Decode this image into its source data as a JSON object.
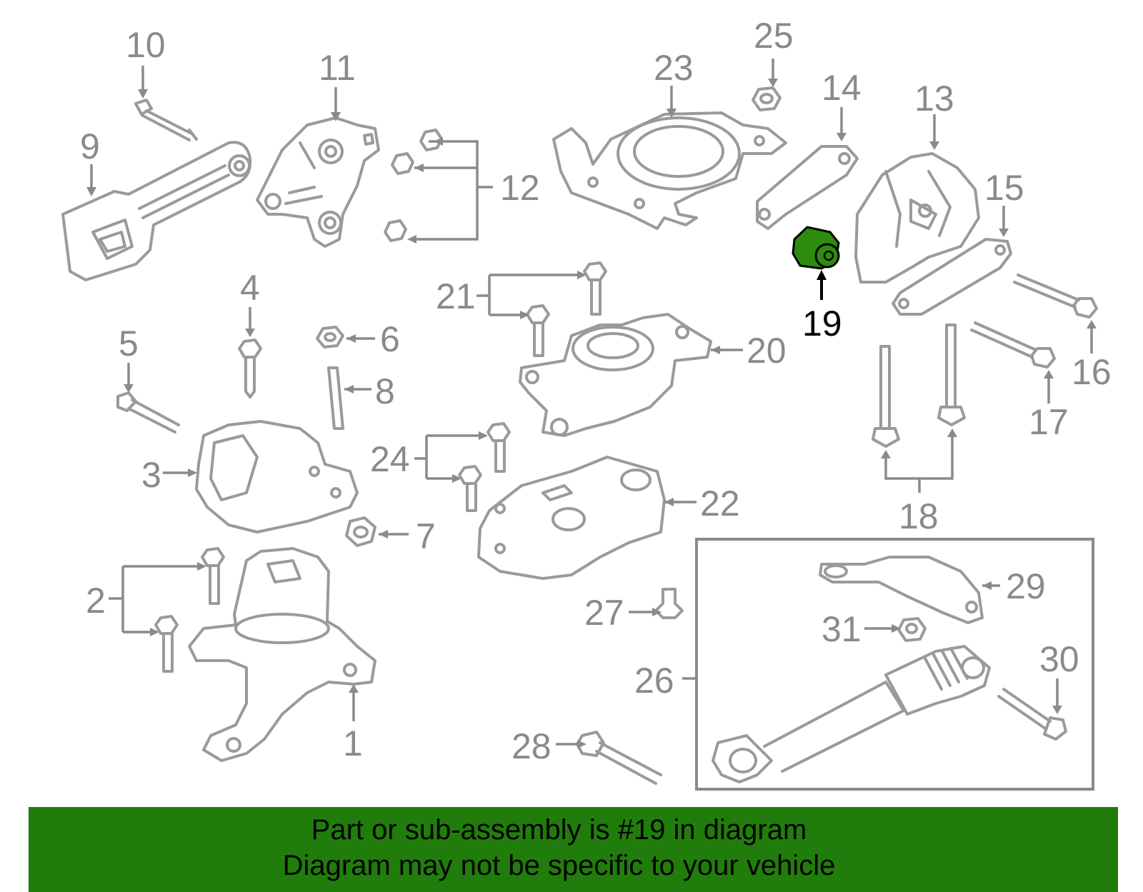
{
  "highlighted_part": "19",
  "colors": {
    "parts": "#9a9a9a",
    "labels": "#8a8a8a",
    "highlight_fill": "#2e8b0e",
    "highlight_label": "#000000",
    "caption_bar": "#217d0b"
  },
  "labels": {
    "p1": "1",
    "p2": "2",
    "p3": "3",
    "p4": "4",
    "p5": "5",
    "p6": "6",
    "p7": "7",
    "p8": "8",
    "p9": "9",
    "p10": "10",
    "p11": "11",
    "p12": "12",
    "p13": "13",
    "p14": "14",
    "p15": "15",
    "p16": "16",
    "p17": "17",
    "p18": "18",
    "p19": "19",
    "p20": "20",
    "p21": "21",
    "p22": "22",
    "p23": "23",
    "p24": "24",
    "p25": "25",
    "p26": "26",
    "p27": "27",
    "p28": "28",
    "p29": "29",
    "p30": "30",
    "p31": "31"
  },
  "caption": {
    "line1": "Part or sub-assembly is #19 in diagram",
    "line2": "Diagram may not be specific to your vehicle"
  }
}
